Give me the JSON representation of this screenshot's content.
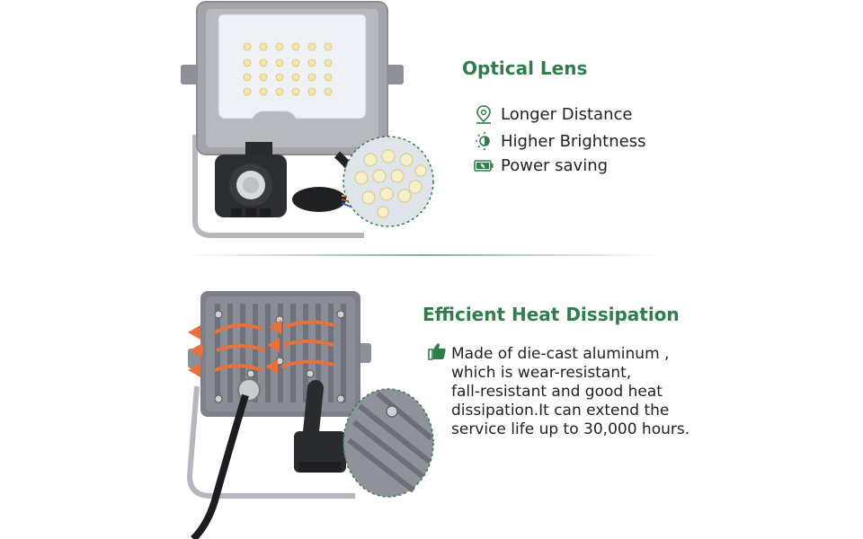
{
  "section1": {
    "heading": "Optical Lens",
    "features": [
      {
        "label": "Longer Distance",
        "icon": "location-pin-icon"
      },
      {
        "label": "Higher Brightness",
        "icon": "sun-icon"
      },
      {
        "label": "Power saving",
        "icon": "battery-icon"
      }
    ]
  },
  "section2": {
    "heading": "Efficient Heat Dissipation",
    "icon": "thumbs-up-icon",
    "lines": [
      "Made of die-cast aluminum ,",
      "which is wear-resistant,",
      "fall-resistant and good heat",
      "dissipation.It can extend the",
      "service life up to 30,000 hours."
    ]
  },
  "colors": {
    "accent": "#2e7d4a",
    "housing": "#9a9ca3",
    "arrow": "#e8703a"
  }
}
